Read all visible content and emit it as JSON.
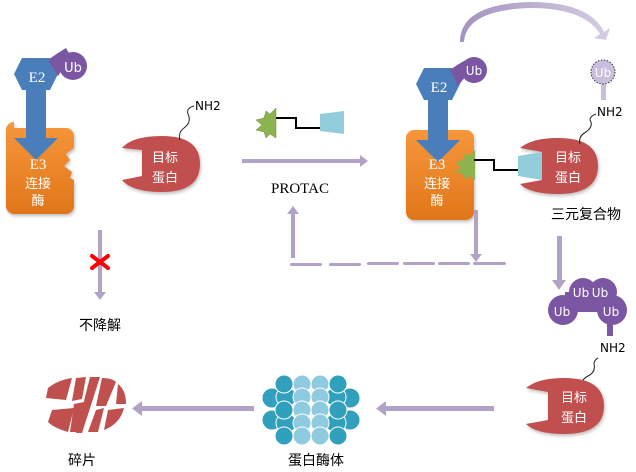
{
  "colors": {
    "e2_blue": "#4a7ebb",
    "e3_orange": "#f08a2a",
    "ub_purple": "#7b57a3",
    "ub_faded": "#c9bedd",
    "target_red": "#c0504d",
    "ligand_green": "#8db350",
    "linker_blue": "#92cddc",
    "arrow_purple": "#b3a2c7",
    "proteasome_dark": "#31a0bd",
    "proteasome_light": "#8fcbe0",
    "cross_red": "#ff0000"
  },
  "left_complex": {
    "e2_label": "E2",
    "ub_label": "Ub",
    "e3_label": "E3",
    "e3_sub1": "连接",
    "e3_sub2": "酶"
  },
  "left_target": {
    "nh2_label": "NH2",
    "label_line1": "目标",
    "label_line2": "蛋白"
  },
  "protac": {
    "label": "PROTAC"
  },
  "no_degrade": {
    "label": "不降解"
  },
  "ternary": {
    "e2_label": "E2",
    "ub_label": "Ub",
    "e3_label": "E3",
    "e3_sub1": "连接",
    "e3_sub2": "酶",
    "ub_transfer_label": "Ub",
    "nh2_label": "NH2",
    "target_line1": "目标",
    "target_line2": "蛋白",
    "caption": "三元复合物"
  },
  "polyub": {
    "ub_labels": [
      "Ub",
      "Ub",
      "Ub",
      "Ub"
    ],
    "nh2_label": "NH2",
    "target_line1": "目标",
    "target_line2": "蛋白"
  },
  "proteasome": {
    "label": "蛋白酶体"
  },
  "fragments": {
    "label": "碎片"
  }
}
